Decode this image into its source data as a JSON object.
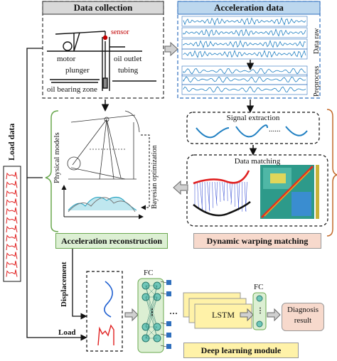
{
  "panels": {
    "data_collection": {
      "title": "Data collection",
      "labels": {
        "sensor": "sensor",
        "motor": "motor",
        "oil_outlet": "oil outlet",
        "plunger": "plunger",
        "tubing": "tubing",
        "oil_bearing_zone": "oil bearing zone"
      }
    },
    "acceleration_data": {
      "title": "Acceleration data",
      "side_raw": "Data raw",
      "side_pre": "Preprocess"
    },
    "signal_extraction": {
      "title": "Signal extraction",
      "dots": "......"
    },
    "data_matching": {
      "title": "Data matching"
    },
    "dynamic_warping": {
      "title": "Dynamic warping matching"
    },
    "acceleration_reconstruction": {
      "title": "Acceleration reconstruction",
      "physical_models": "Physical models",
      "bayesian": "Bayesian optimization"
    },
    "deep_learning": {
      "title": "Deep learning module",
      "fc1": "FC",
      "fc2": "FC",
      "lstm": "LSTM",
      "diagnosis": "Diagnosis result",
      "displacement": "Displacement",
      "load": "Load",
      "dots": "⋮",
      "hdots": "···"
    }
  },
  "side": {
    "load_data": "Load data"
  },
  "colors": {
    "acc_header": "#bcd7ee",
    "grey_header": "#d9d9d9",
    "green_title": "#dcefd3",
    "pink_title": "#f7d9cc",
    "yellow_title": "#fff2a8",
    "teal_node": "#6fc7b9",
    "blue_unit": "#2f6fbd",
    "signal_blue": "#1f7fc2",
    "load_red": "#e02020",
    "green_border": "#6aa84f",
    "orange_border": "#c46a2b"
  }
}
